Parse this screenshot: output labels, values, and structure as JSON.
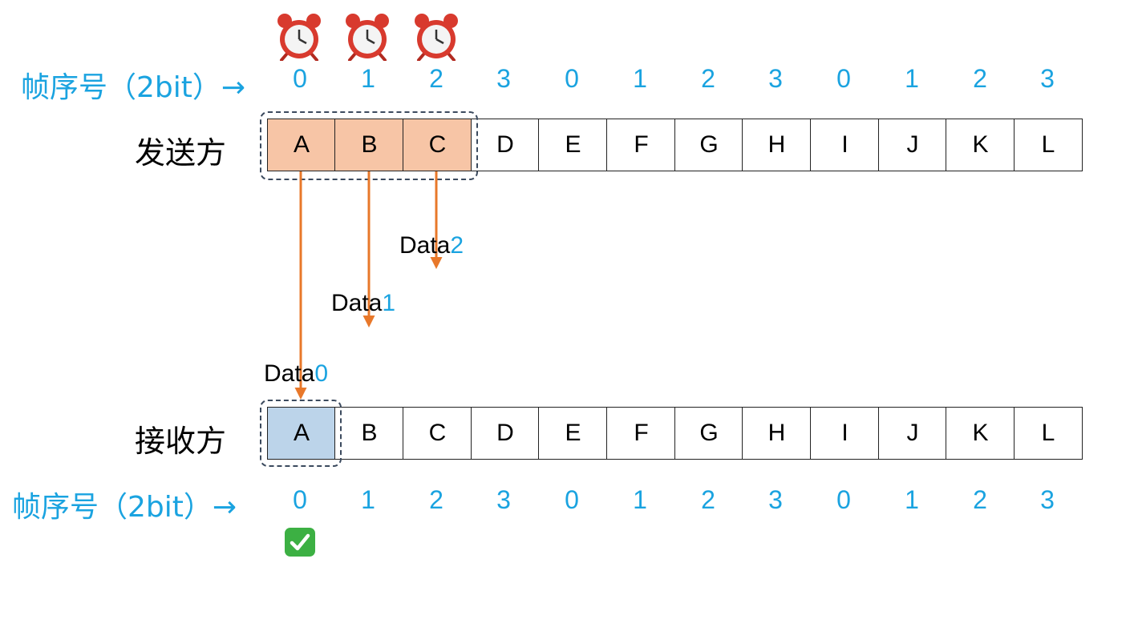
{
  "seq_label": "帧序号（2bit）→",
  "sender_label": "发送方",
  "receiver_label": "接收方",
  "sequence_numbers": [
    "0",
    "1",
    "2",
    "3",
    "0",
    "1",
    "2",
    "3",
    "0",
    "1",
    "2",
    "3"
  ],
  "sender_frames": [
    "A",
    "B",
    "C",
    "D",
    "E",
    "F",
    "G",
    "H",
    "I",
    "J",
    "K",
    "L"
  ],
  "receiver_frames": [
    "A",
    "B",
    "C",
    "D",
    "E",
    "F",
    "G",
    "H",
    "I",
    "J",
    "K",
    "L"
  ],
  "sent_frame_count": 3,
  "received_frame_count": 1,
  "timers": [
    "alarm-clock-icon",
    "alarm-clock-icon",
    "alarm-clock-icon"
  ],
  "messages": [
    {
      "text": "Data",
      "seq": "0"
    },
    {
      "text": "Data",
      "seq": "1"
    },
    {
      "text": "Data",
      "seq": "2"
    }
  ],
  "ack_icon": "check-mark-button-icon",
  "colors": {
    "seq_blue": "#1aa3e0",
    "sent_fill": "#f7c5a6",
    "received_fill": "#bcd4ea",
    "arrow": "#e8782a",
    "window_border": "#3b4a5e",
    "check_green": "#3cb043"
  }
}
